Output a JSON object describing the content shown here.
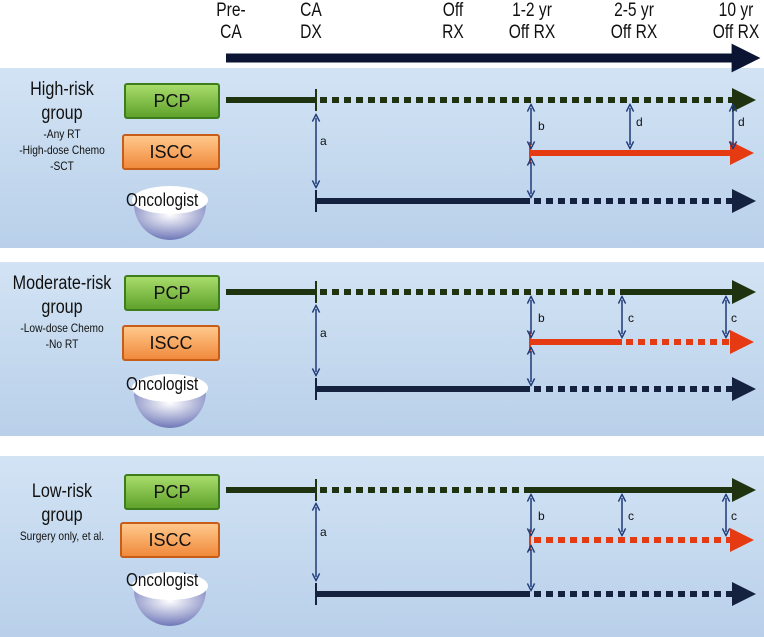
{
  "timeline_headers": [
    {
      "line1": "Pre-",
      "line2": "CA"
    },
    {
      "line1": "CA",
      "line2": "DX"
    },
    {
      "line1": "Off",
      "line2": "RX"
    },
    {
      "line1": "1-2 yr",
      "line2": "Off RX"
    },
    {
      "line1": "2-5 yr",
      "line2": "Off RX"
    },
    {
      "line1": "10 yr",
      "line2": "Off RX"
    }
  ],
  "groups": [
    {
      "title_line1": "High-risk",
      "title_line2": "group",
      "criteria": [
        "-Any RT",
        "-High-dose Chemo",
        "-SCT"
      ],
      "pcp_label": "PCP",
      "iscc_label": "ISCC",
      "oncologist_label": "Oncologist",
      "arrow_labels": [
        "a",
        "b",
        "d",
        "d"
      ]
    },
    {
      "title_line1": "Moderate-risk",
      "title_line2": "group",
      "criteria": [
        "-Low-dose Chemo",
        "-No RT"
      ],
      "pcp_label": "PCP",
      "iscc_label": "ISCC",
      "oncologist_label": "Oncologist",
      "arrow_labels": [
        "a",
        "b",
        "c",
        "c"
      ]
    },
    {
      "title_line1": "Low-risk",
      "title_line2": "group",
      "criteria": [
        "Surgery only, et al."
      ],
      "pcp_label": "PCP",
      "iscc_label": "ISCC",
      "oncologist_label": "Oncologist",
      "arrow_labels": [
        "a",
        "b",
        "c",
        "c"
      ]
    }
  ],
  "colors": {
    "pcp_line": "#1f3310",
    "iscc_line": "#e53a12",
    "oncologist_line": "#14213f",
    "timeline": "#0b1533",
    "connector": "#1f3a78"
  }
}
